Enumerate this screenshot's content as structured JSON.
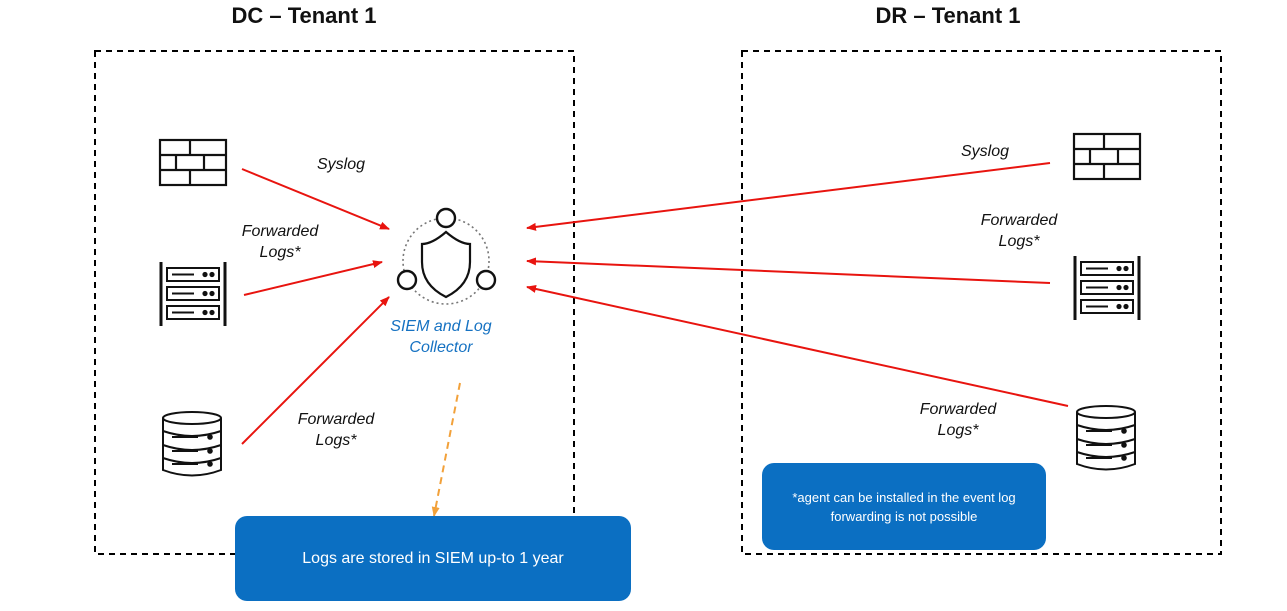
{
  "colors": {
    "arrow": "#e8140f",
    "storage_arrow": "#f2a13a",
    "note_bg": "#0b6fc2",
    "siem_label": "#1672c2",
    "border": "#000000"
  },
  "dc": {
    "title": "DC – Tenant 1",
    "syslog_label": "Syslog",
    "fwd_label_1": [
      "Forwarded",
      "Logs*"
    ],
    "fwd_label_2": [
      "Forwarded",
      "Logs*"
    ],
    "icons": [
      "firewall-icon",
      "server-rack-icon",
      "database-icon"
    ]
  },
  "dr": {
    "title": "DR – Tenant 1",
    "syslog_label": "Syslog",
    "fwd_label_1": [
      "Forwarded",
      "Logs*"
    ],
    "fwd_label_2": [
      "Forwarded",
      "Logs*"
    ],
    "icons": [
      "firewall-icon",
      "server-rack-icon",
      "database-icon"
    ]
  },
  "siem": {
    "label": [
      "SIEM and Log",
      "Collector"
    ],
    "icon": "shield-network-icon"
  },
  "notes": {
    "storage": "Logs are stored in SIEM up-to 1 year",
    "agent": "*agent can be installed in the event log forwarding is not possible"
  }
}
